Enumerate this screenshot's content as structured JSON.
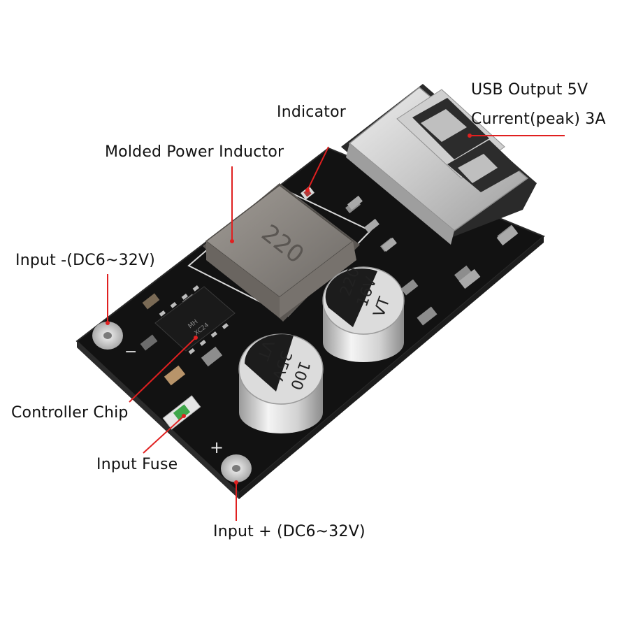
{
  "labels": {
    "usb_output": "USB Output 5V",
    "current_peak": "Current(peak) 3A",
    "indicator": "Indicator",
    "inductor": "Molded Power Inductor",
    "input_negative": "Input -(DC6~32V)",
    "controller": "Controller Chip",
    "fuse": "Input Fuse",
    "input_positive": "Input + (DC6~32V)"
  },
  "component_markings": {
    "inductor_code": "220",
    "cap_output": [
      "220",
      "16V",
      "VT"
    ],
    "cap_input": [
      "100",
      "35V",
      "VT"
    ],
    "chip_code": [
      "MH",
      "XC24"
    ],
    "polarity_negative": "−",
    "polarity_positive": "+"
  },
  "colors": {
    "pcb": "#121212",
    "callout_line": "#e02020",
    "usb_metal": "#c9c9c9",
    "inductor": "#8a8580",
    "capacitor": "#d8d8d8",
    "fuse_green": "#3fa64a"
  }
}
